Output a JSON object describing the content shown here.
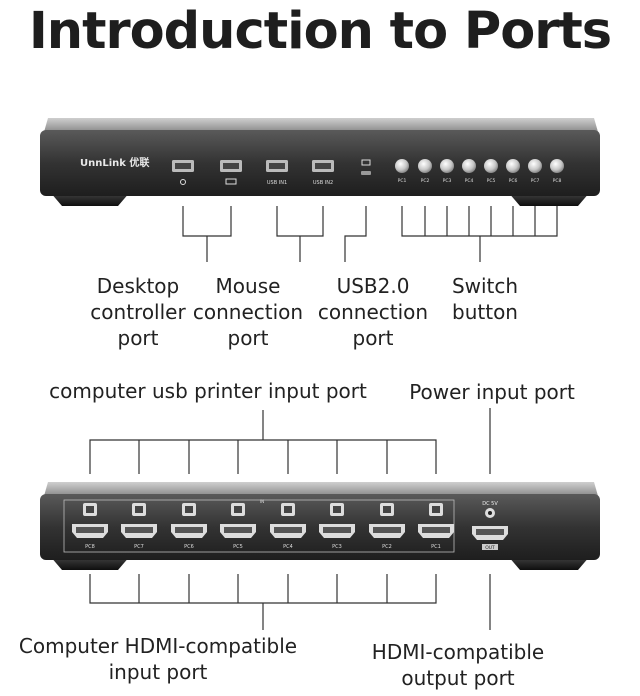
{
  "title": "Introduction to Ports",
  "brand": "UnnLink 优联",
  "front_panel": {
    "usb_ports": [
      "",
      "",
      "USB IN1",
      "USB IN2"
    ],
    "button_labels": [
      "PC1",
      "PC2",
      "PC3",
      "PC4",
      "PC5",
      "PC6",
      "PC7",
      "PC8"
    ]
  },
  "back_panel": {
    "pc_labels": [
      "PC8",
      "PC7",
      "PC6",
      "PC5",
      "PC4",
      "PC3",
      "PC2",
      "PC1"
    ],
    "dc_label": "DC 5V",
    "out_label": "OUT",
    "in_label": "IN"
  },
  "labels": {
    "desktop": [
      "Desktop",
      "controller",
      "port"
    ],
    "mouse": [
      "Mouse",
      "connection",
      "port"
    ],
    "usb2": [
      "USB2.0",
      "connection",
      "port"
    ],
    "switch": [
      "Switch",
      "button"
    ],
    "printer": "computer usb printer input port",
    "power": "Power input port",
    "hdmi_in": [
      "Computer HDMI-compatible",
      "input port"
    ],
    "hdmi_out": [
      "HDMI-compatible",
      "output port"
    ]
  }
}
